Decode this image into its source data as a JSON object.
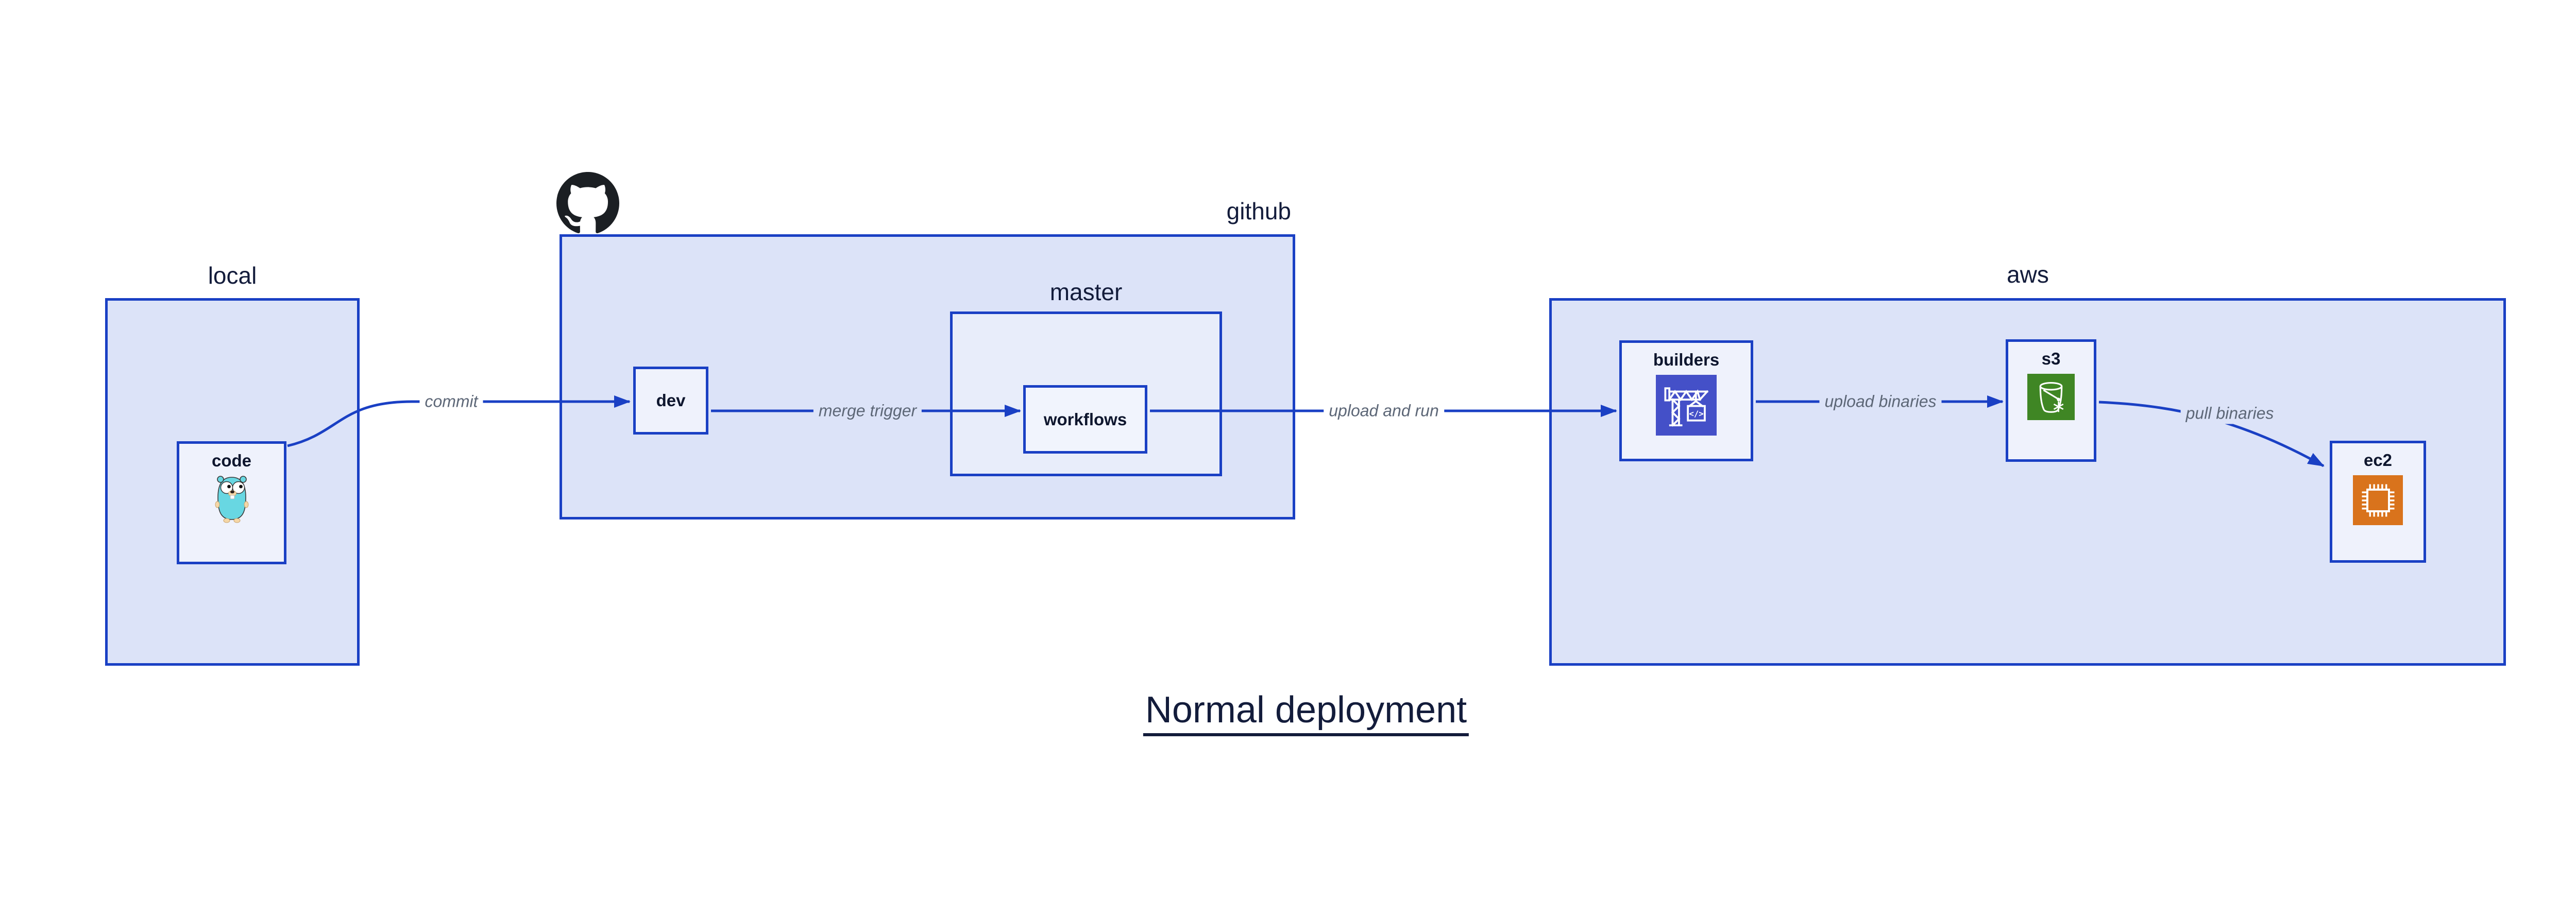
{
  "title": "Normal deployment",
  "groups": {
    "local": {
      "label": "local"
    },
    "github": {
      "label": "github"
    },
    "master": {
      "label": "master"
    },
    "aws": {
      "label": "aws"
    }
  },
  "nodes": {
    "code": {
      "label": "code",
      "icon": "go-gopher-icon"
    },
    "dev": {
      "label": "dev"
    },
    "workflows": {
      "label": "workflows"
    },
    "builders": {
      "label": "builders",
      "icon": "aws-codebuild-crane-icon"
    },
    "s3": {
      "label": "s3",
      "icon": "aws-s3-bucket-icon"
    },
    "ec2": {
      "label": "ec2",
      "icon": "aws-ec2-chip-icon"
    }
  },
  "edges": {
    "commit": {
      "label": "commit",
      "from": "code",
      "to": "dev"
    },
    "merge_trigger": {
      "label": "merge trigger",
      "from": "dev",
      "to": "workflows"
    },
    "upload_and_run": {
      "label": "upload and run",
      "from": "workflows",
      "to": "builders"
    },
    "upload_binaries": {
      "label": "upload binaries",
      "from": "builders",
      "to": "s3"
    },
    "pull_binaries": {
      "label": "pull binaries",
      "from": "s3",
      "to": "ec2"
    }
  },
  "icons": {
    "github_logo": "github-octocat-icon"
  },
  "colors": {
    "connector_blue": "#1a40c4",
    "group_fill": "#dce3f8",
    "node_fill": "#eff2fc",
    "navy_text": "#131c3b",
    "node_label_text": "#0e162e",
    "edge_label_gray": "#5d6777",
    "codebuild_indigo": "#4450c8",
    "s3_green": "#3f8624",
    "ec2_orange": "#d9731c",
    "github_black": "#1b1f23",
    "gopher_teal": "#68d7e2"
  }
}
